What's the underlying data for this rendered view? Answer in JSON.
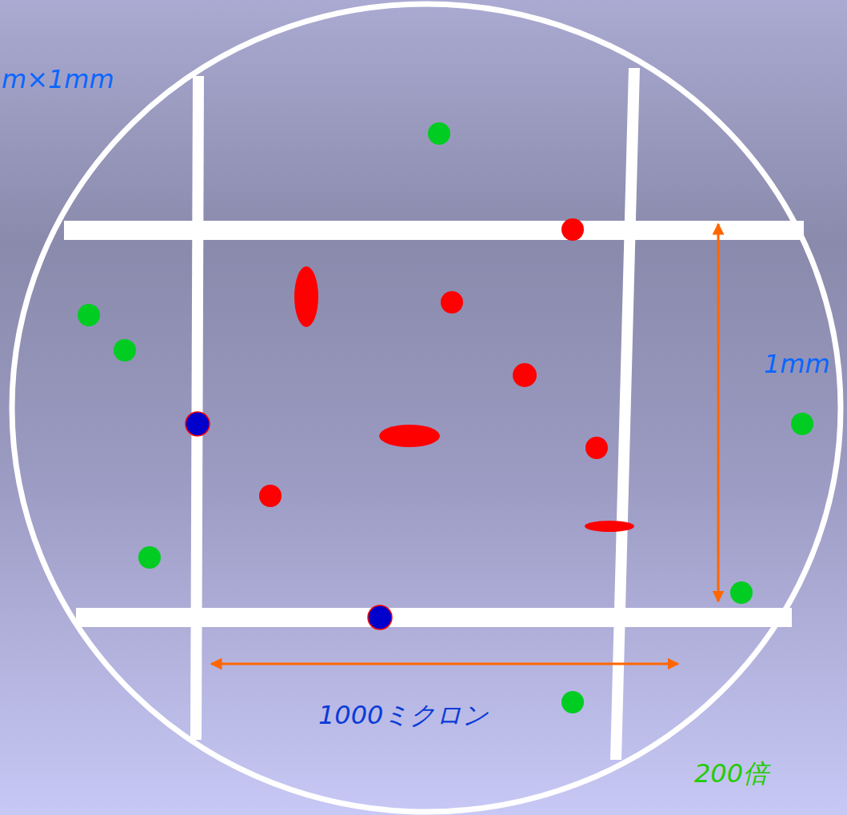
{
  "diagram": {
    "labels": [
      "m×1mm",
      "1mm",
      "1000ミクロン",
      "200倍"
    ]
  }
}
